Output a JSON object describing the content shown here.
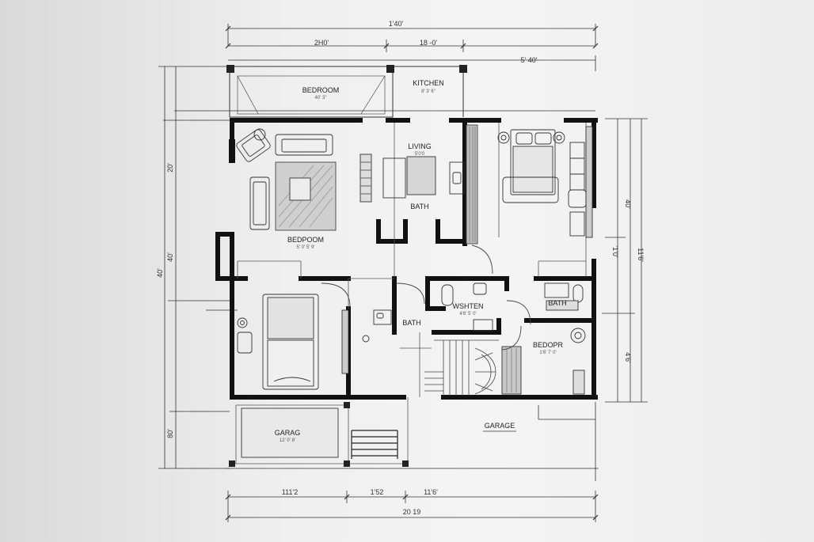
{
  "rooms": {
    "bedroom_top": {
      "name": "BEDROOM",
      "dims": "40' 3\""
    },
    "kitchen": {
      "name": "KITCHEN",
      "dims": "8' 3' 6\""
    },
    "living": {
      "name": "LIVING",
      "dims": "5'0'0"
    },
    "bath_center": {
      "name": "BATH"
    },
    "bedroom_left": {
      "name": "BEDPOOM",
      "dims": "5' 0' 5' 9'"
    },
    "bath_mid": {
      "name": "BATH"
    },
    "wshten": {
      "name": "WSHTEN",
      "dims": "4'6' 5' 0'"
    },
    "bath_right": {
      "name": "BATH"
    },
    "bedroom_right": {
      "name": "BEDOPR",
      "dims": "1'6' 7' 0'"
    },
    "garage_left": {
      "name": "GARAG",
      "dims": "12' 0' 8'"
    },
    "garage_right": {
      "name": "GARAGE"
    }
  },
  "dimensions": {
    "top": [
      "1'40'",
      "2H0'",
      "18 -0'",
      "5' 40'"
    ],
    "left": [
      "20'",
      "40'",
      "40'",
      "80'"
    ],
    "right": [
      "40'",
      "'1'0'",
      "11'6'",
      "4'6'"
    ],
    "bottom": [
      "111'2",
      "1'52",
      "11'6'",
      "20 19"
    ]
  }
}
